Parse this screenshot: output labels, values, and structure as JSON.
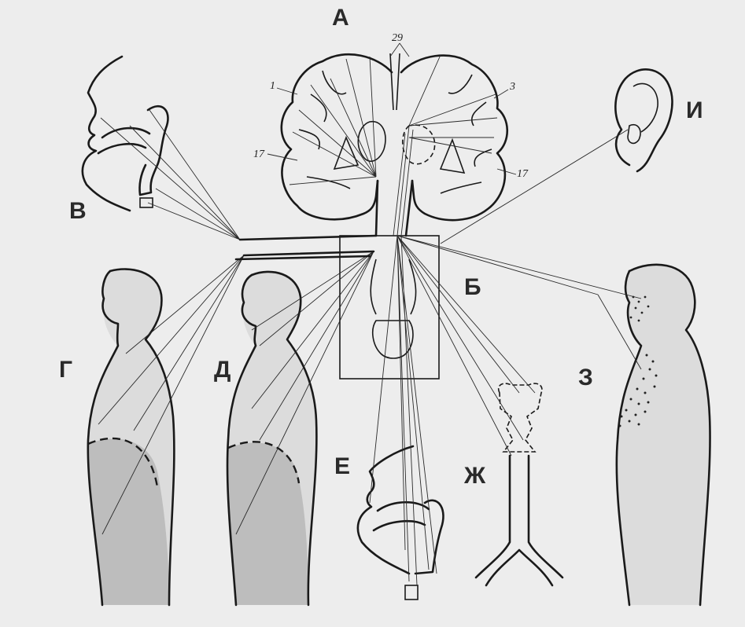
{
  "labels": {
    "A": "А",
    "B": "Б",
    "V": "В",
    "G": "Г",
    "D": "Д",
    "E": "Е",
    "Zh": "Ж",
    "Z": "З",
    "I": "И"
  },
  "numbers": {
    "n29": "29",
    "n1": "1",
    "n3": "3",
    "n17_left": "17",
    "n17_right": "17"
  },
  "colors": {
    "background": "#ededed",
    "ink": "#1a1a1a",
    "shade": "#bdbdbd"
  }
}
